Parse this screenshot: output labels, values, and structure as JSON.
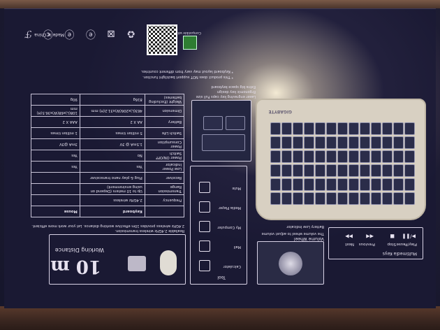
{
  "box_text": {
    "made_in": "Made in China",
    "qr_caption": "Compatible with",
    "notes": [
      "* This product does NOT support backlight function.",
      "* Keyboard layout may vary from different countries."
    ],
    "brand": "GIGABYTE",
    "space_key_caption": [
      "Laser engraving key caps Full size",
      "Ergonomic key design",
      "Extra big space keyboard"
    ],
    "distance_value": "10 m",
    "distance_label": "Working Distance",
    "distance_desc": [
      "Realiable 2.4GHz wireless transmission.",
      "2.4GHz wireless provides 10m effective working distance. Let your work more efficient."
    ],
    "hotkeys_title": "Tool",
    "hotkeys": [
      "Calculator",
      "Mail",
      "My Computer",
      "Media Player",
      "Mute"
    ],
    "multimedia_title": "Multimedia Keys",
    "multimedia": [
      "Play/Pause",
      "Stop",
      "Previous",
      "Next"
    ],
    "battery_low": "Battery Low Indicator",
    "volume_title": "Volume Wheel",
    "volume_desc": "The volume wheel to adjust volume"
  },
  "spec_table": {
    "headers": [
      "",
      "Keyboard",
      "Mouse"
    ],
    "rows": [
      [
        "Frequency",
        "2.4GHz wireless",
        ""
      ],
      [
        "Transmission Range",
        "Up to 10 meters (Depend on using environment)",
        ""
      ],
      [
        "Receiver",
        "Plug & play nano transceiver",
        ""
      ],
      [
        "Low Power Indicator",
        "Yes",
        "Yes"
      ],
      [
        "Power ON/OFF Switch",
        "No",
        "Yes"
      ],
      [
        "Power Consumption",
        "1.5mA @ 3V",
        "3mA @3V"
      ],
      [
        "Switch Life",
        "5 million times",
        "1 million times"
      ],
      [
        "Battery",
        "AA X 2",
        "AAA X 2"
      ],
      [
        "Dimension",
        "463(L)x206(W)x31.2(H) mm",
        "108(L)x68(W)x36.5(H) mm"
      ],
      [
        "Weight (Excluding batteries)",
        "816g",
        "90g"
      ]
    ]
  },
  "colors": {
    "ink": "#e6e1ef",
    "box": "#1a1933",
    "glare": "#f3e9d2",
    "keyboard": "#d8d0c2"
  }
}
